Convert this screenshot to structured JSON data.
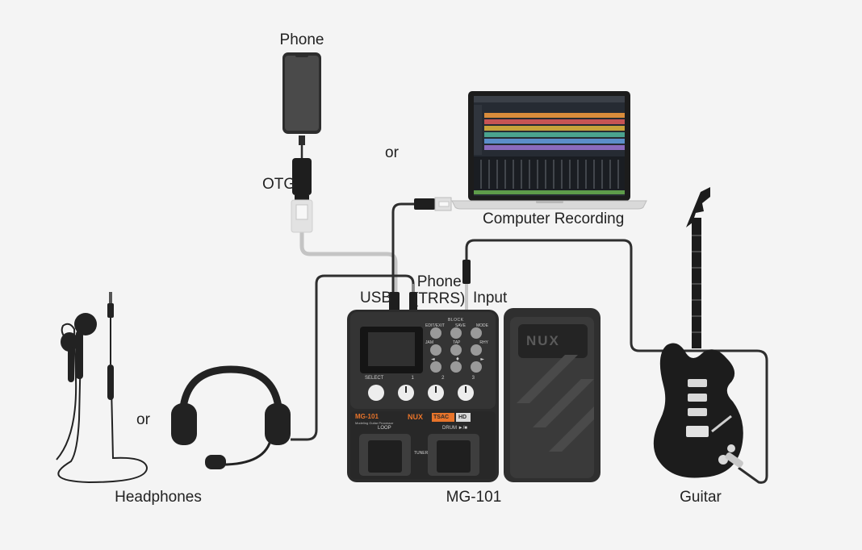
{
  "diagram": {
    "labels": {
      "phone": "Phone",
      "otg": "OTG",
      "or_top": "or",
      "computer": "Computer Recording",
      "usb": "USB",
      "phone_trrs_line1": "Phone",
      "phone_trrs_line2": "(TRRS)",
      "input": "Input",
      "or_left": "or",
      "headphones": "Headphones",
      "device": "MG-101",
      "guitar": "Guitar"
    },
    "pedal": {
      "brand": "NUX",
      "model": "MG-101",
      "subtitle": "Modeling Guitar Processor",
      "tsac": "TSAC",
      "hd": "HD",
      "blockhead": "BLOCK",
      "btn_row1": [
        "EDIT/EXIT",
        "SAVE",
        "MODE"
      ],
      "btn_row2": [
        "JAM",
        "TAP",
        "RHY"
      ],
      "btn_row3": [
        "◄",
        "♦",
        "►"
      ],
      "knob_labels": [
        "SELECT",
        "1",
        "2",
        "3"
      ],
      "footswitch_left": "LOOP",
      "footswitch_right": "DRUM ►/■",
      "tuner": "TUNER",
      "expression_logo": "NUX"
    },
    "colors": {
      "background": "#f4f4f4",
      "device_body": "#2b2b2b",
      "cable_dark": "#2e2e2e",
      "cable_grey": "#c4c4c4",
      "accent_orange": "#e8742a",
      "text": "#222222"
    }
  }
}
